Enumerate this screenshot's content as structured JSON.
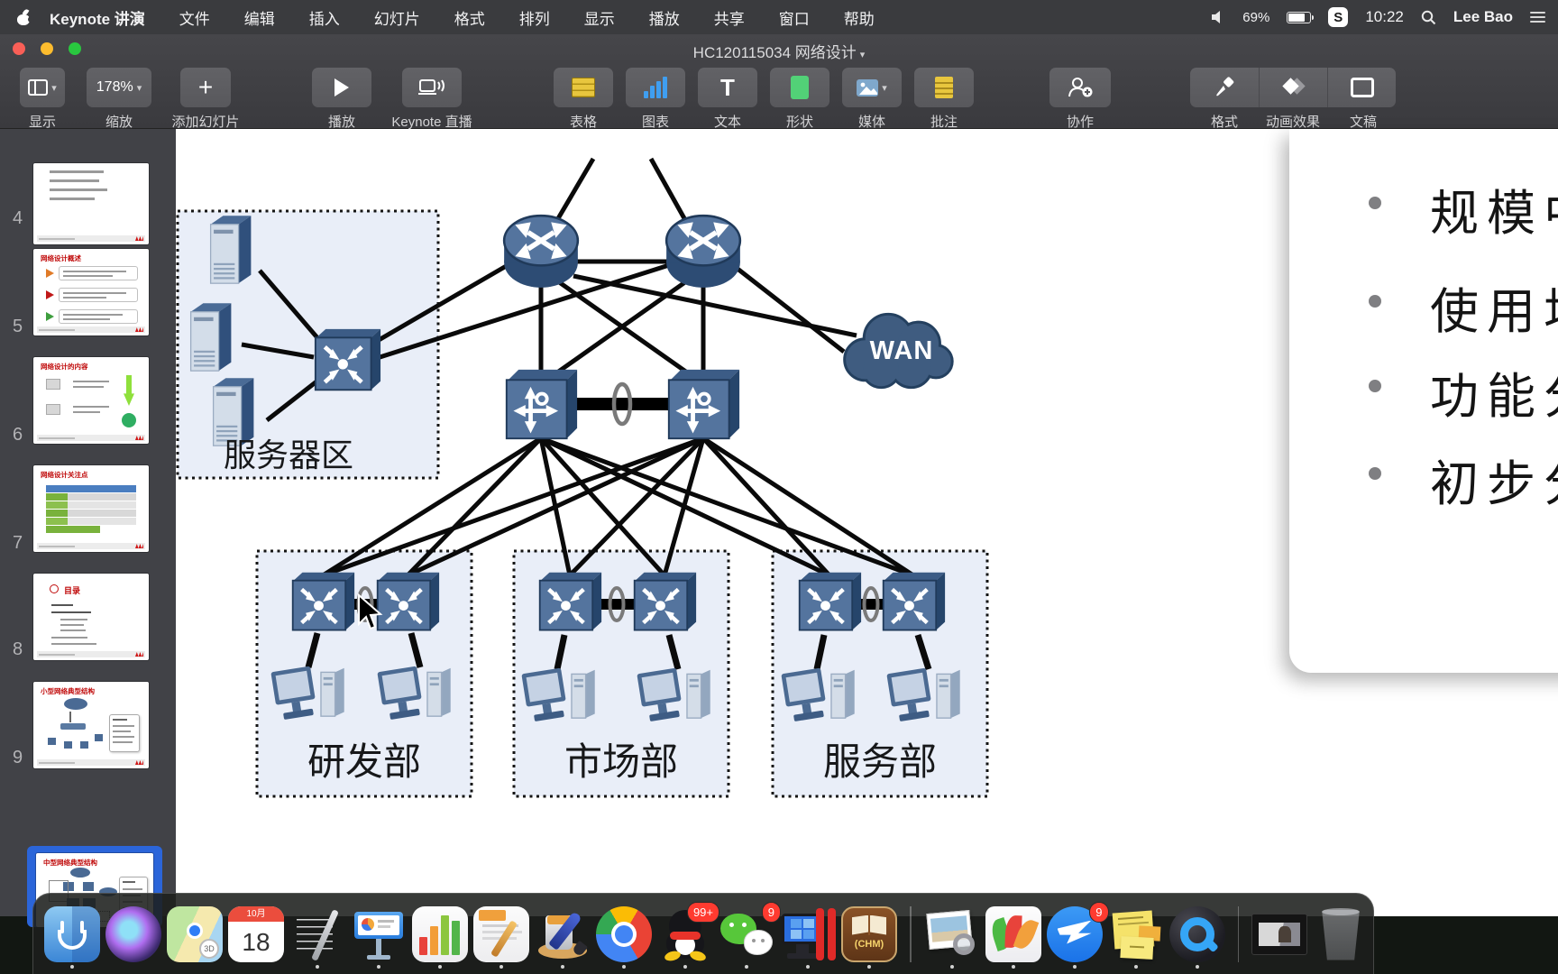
{
  "menu_bar": {
    "app_name": "Keynote 讲演",
    "items": [
      "文件",
      "编辑",
      "插入",
      "幻灯片",
      "格式",
      "排列",
      "显示",
      "播放",
      "共享",
      "窗口",
      "帮助"
    ],
    "battery_percent": "69%",
    "time": "10:22",
    "user": "Lee Bao"
  },
  "toolbar": {
    "doc_title": "HC120115034  网络设计",
    "view_label": "显示",
    "zoom_value": "178%",
    "zoom_label": "缩放",
    "add_slide_label": "添加幻灯片",
    "play_label": "播放",
    "live_label": "Keynote 直播",
    "table_label": "表格",
    "chart_label": "图表",
    "text_label": "文本",
    "shape_label": "形状",
    "media_label": "媒体",
    "comment_label": "批注",
    "collab_label": "协作",
    "format_label": "格式",
    "animate_label": "动画效果",
    "document_label": "文稿"
  },
  "sidebar": {
    "slide_numbers": [
      "4",
      "5",
      "6",
      "7",
      "8",
      "9"
    ],
    "slide5_title": "网络设计概述",
    "slide6_title": "网络设计的内容",
    "slide7_title": "网络设计关注点",
    "slide8_title": "目录",
    "slide9_title": "小型网络典型结构",
    "slide10_title": "中型网络典型结构"
  },
  "canvas": {
    "server_area_label": "服务器区",
    "wan_label": "WAN",
    "dept_rd_label": "研发部",
    "dept_marketing_label": "市场部",
    "dept_service_label": "服务部",
    "notes_bullet_1": "规模中",
    "notes_bullet_2": "使用场",
    "notes_bullet_3": "功能分",
    "notes_bullet_4": "初步分"
  },
  "dock": {
    "calendar_month": "10月",
    "calendar_day": "18",
    "qq_badge": "99+",
    "wechat_badge": "9",
    "dingtalk_badge": "9",
    "chm_label": "(CHM)"
  },
  "colors": {
    "accent_blue": "#2b65d9",
    "device_blue": "#54749e",
    "area_fill": "#e9eef8",
    "badge_red": "#ff3b30"
  }
}
